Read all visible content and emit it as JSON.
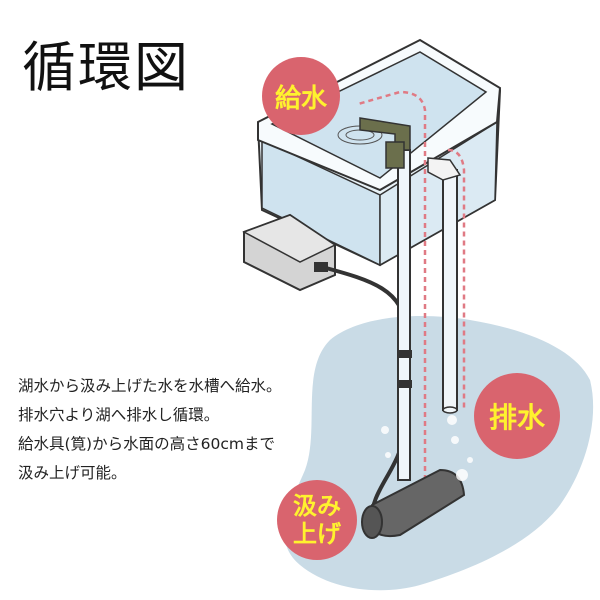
{
  "title": "循環図",
  "description": {
    "lines": [
      "湖水から汲み上げた水を水槽へ給水。",
      "排水穴より湖へ排水し循環。",
      "給水具(筧)から水面の高さ60cmまで",
      "汲み上げ可能。"
    ]
  },
  "badges": {
    "supply": "給水",
    "drain": "排水",
    "pump_line1": "汲み",
    "pump_line2": "上げ"
  },
  "colors": {
    "badge_bg": "#d9646e",
    "badge_text": "#fff22e",
    "lake": "#c9dbe6",
    "tank_water": "#d8e9f3",
    "flow_arrow": "#e07a84"
  }
}
